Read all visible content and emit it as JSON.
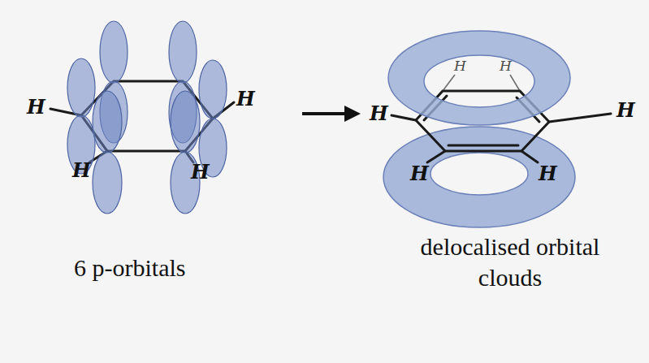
{
  "diagram": {
    "labels": [
      "H",
      "H",
      "H",
      "H",
      "6 p-orbitals",
      "H",
      "H",
      "H",
      "H",
      "H",
      "H",
      "delocalised orbital clouds"
    ]
  }
}
